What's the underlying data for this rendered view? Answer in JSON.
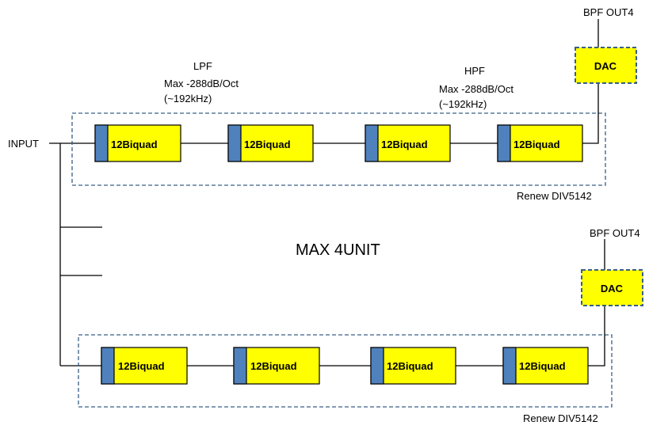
{
  "input_label": "INPUT",
  "center_label": "MAX 4UNIT",
  "lpf": {
    "title": "LPF",
    "spec": "Max -288dB/Oct",
    "range": "(~192kHz)"
  },
  "hpf": {
    "title": "HPF",
    "spec": "Max -288dB/Oct",
    "range": "(~192kHz)"
  },
  "units": [
    {
      "output_label": "BPF OUT4",
      "dac_label": "DAC",
      "group_label": "Renew DIV5142",
      "biquads": [
        "12Biquad",
        "12Biquad",
        "12Biquad",
        "12Biquad"
      ]
    },
    {
      "output_label": "BPF OUT4",
      "dac_label": "DAC",
      "group_label": "Renew DIV5142",
      "biquads": [
        "12Biquad",
        "12Biquad",
        "12Biquad",
        "12Biquad"
      ]
    }
  ],
  "colors": {
    "block_fill": "#ffff00",
    "block_tab": "#4f81bd",
    "dashed_border": "#3a5f86",
    "line": "#000000"
  }
}
